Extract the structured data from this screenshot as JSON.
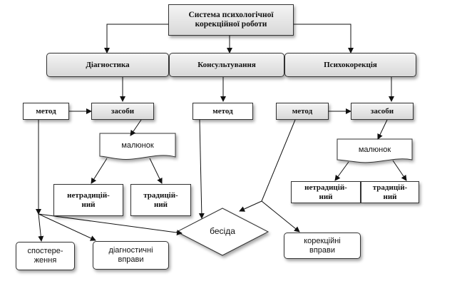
{
  "title": "Система психологічної корекційної роботи",
  "branches": {
    "diagnostics": "Діагностика",
    "consulting": "Консультування",
    "correction": "Психокорекція"
  },
  "labels": {
    "method_diag": "метод",
    "means_diag": "засоби",
    "method_cons": "метод",
    "method_corr": "метод",
    "means_corr": "засоби",
    "picture_diag": "малюнок",
    "picture_corr": "малюнок",
    "nontrad_diag": "нетрадицій-\nний",
    "trad_diag": "традицій-\nний",
    "nontrad_corr": "нетрадицій-\nний",
    "trad_corr": "традицій-\nний",
    "observation": "спостере-\nження",
    "diag_exercises": "діагностичні\nвправи",
    "conversation": "бесіда",
    "corr_exercises": "корекційні\nвправи"
  }
}
